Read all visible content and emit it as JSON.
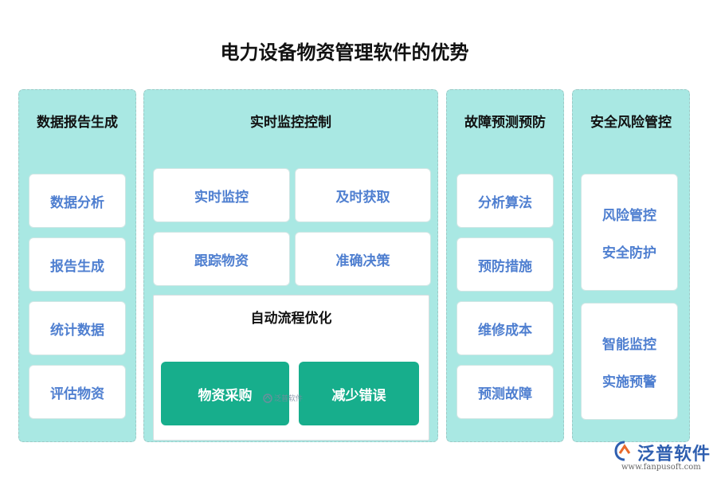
{
  "title": "电力设备物资管理软件的优势",
  "columns": [
    {
      "heading": "数据报告生成",
      "items": [
        "数据分析",
        "报告生成",
        "统计数据",
        "评估物资"
      ]
    },
    {
      "heading": "实时监控控制",
      "grid": [
        "实时监控",
        "及时获取",
        "跟踪物资",
        "准确决策"
      ],
      "sub": {
        "heading": "自动流程优化",
        "items": [
          "物资采购",
          "减少错误"
        ]
      }
    },
    {
      "heading": "故障预测预防",
      "items": [
        "分析算法",
        "预防措施",
        "维修成本",
        "预测故障"
      ]
    },
    {
      "heading": "安全风险管控",
      "groups": [
        [
          "风险管控",
          "安全防护"
        ],
        [
          "智能监控",
          "实施预警"
        ]
      ]
    }
  ],
  "watermark": {
    "center": "泛普软件",
    "logo_name": "泛普软件",
    "logo_url": "www.fanpusoft.com"
  },
  "colors": {
    "panel": "#a9e8e3",
    "card_text": "#4f7fd0",
    "green": "#17ae8c"
  }
}
